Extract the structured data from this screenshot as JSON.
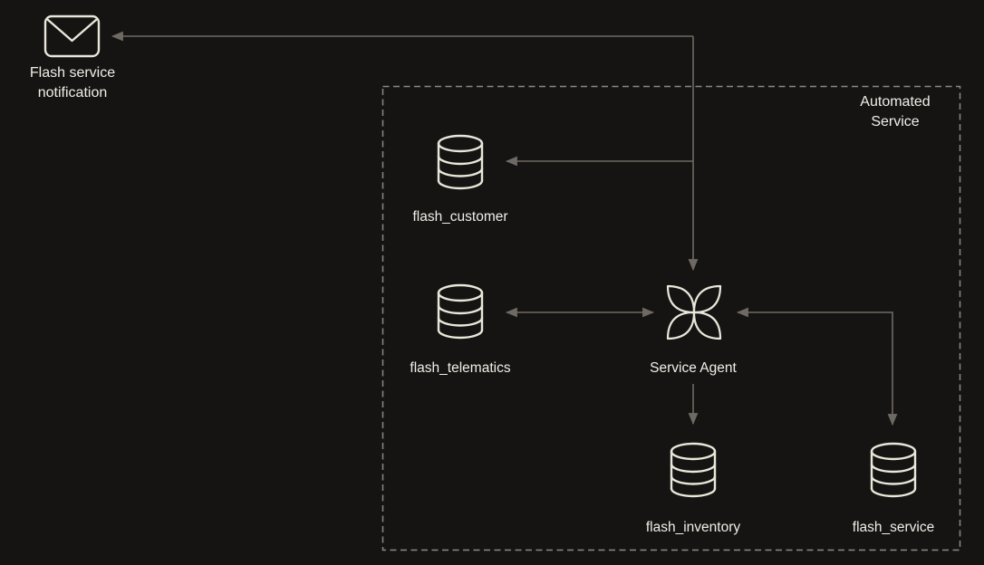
{
  "container": {
    "label": "Automated Service"
  },
  "nodes": {
    "notification": {
      "label": "Flash service notification",
      "icon": "envelope-icon"
    },
    "customer": {
      "label": "flash_customer",
      "icon": "database-icon"
    },
    "telematics": {
      "label": "flash_telematics",
      "icon": "database-icon"
    },
    "agent": {
      "label": "Service Agent",
      "icon": "petal-flower-icon"
    },
    "inventory": {
      "label": "flash_inventory",
      "icon": "database-icon"
    },
    "service": {
      "label": "flash_service",
      "icon": "database-icon"
    }
  },
  "edges": [
    {
      "from": "Service Agent",
      "to": "Flash service notification",
      "arrows": "one-way"
    },
    {
      "from": "Service Agent",
      "to": "flash_customer",
      "arrows": "one-way"
    },
    {
      "from": "flash_telematics",
      "to": "Service Agent",
      "arrows": "two-way"
    },
    {
      "from": "Service Agent",
      "to": "flash_service",
      "arrows": "two-way"
    },
    {
      "from": "Service Agent",
      "to": "flash_inventory",
      "arrows": "one-way"
    }
  ],
  "colors": {
    "background": "#161413",
    "icon_stroke": "#e9e6da",
    "label_text": "#f1eee7",
    "edge": "#6e6a63",
    "dashed_border": "#8d8881"
  }
}
